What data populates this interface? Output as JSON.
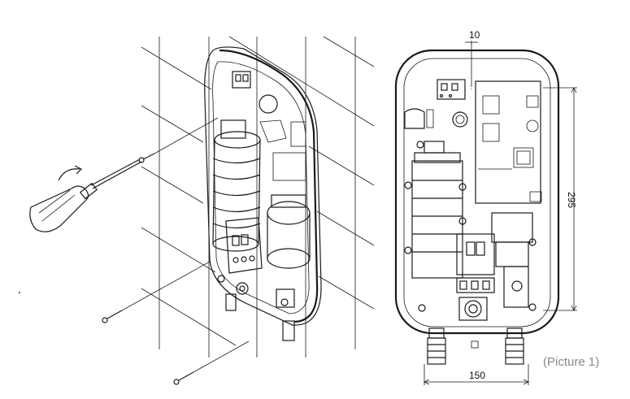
{
  "dimensions": {
    "top_offset": "10",
    "height": "295",
    "width": "150"
  },
  "caption": "(Picture 1)",
  "icons": {
    "screwdriver": "screwdriver-icon",
    "rotation_arrow": "rotation-arrow-icon",
    "screw": "screw-icon"
  }
}
